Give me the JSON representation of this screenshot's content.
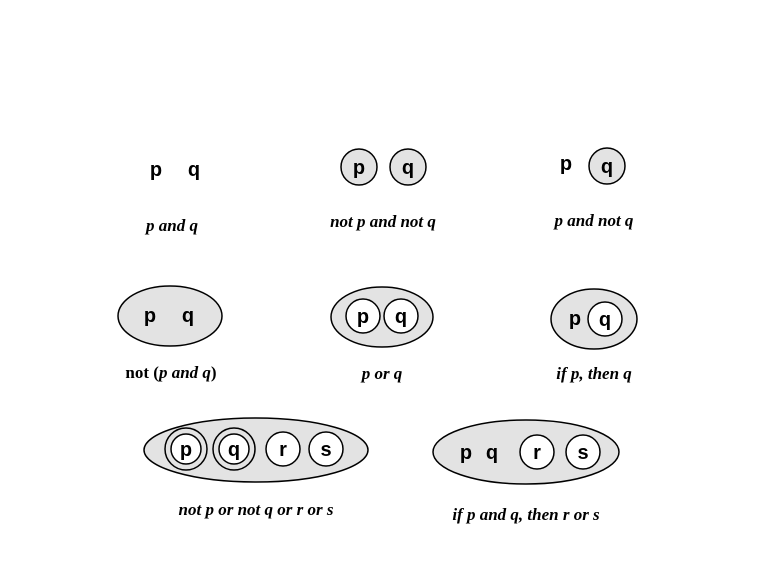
{
  "diagrams": [
    {
      "caption": "p and q",
      "vars": [
        "p",
        "q"
      ]
    },
    {
      "caption": "not p and not q",
      "vars": [
        "p",
        "q"
      ]
    },
    {
      "caption": "p and not q",
      "vars": [
        "p",
        "q"
      ]
    },
    {
      "caption_parts": [
        "not (",
        "p and q",
        ")"
      ],
      "vars": [
        "p",
        "q"
      ]
    },
    {
      "caption": "p or q",
      "vars": [
        "p",
        "q"
      ]
    },
    {
      "caption": "if p, then q",
      "vars": [
        "p",
        "q"
      ]
    },
    {
      "caption": "not p or not q or r or s",
      "vars": [
        "p",
        "q",
        "r",
        "s"
      ]
    },
    {
      "caption": "if p and q, then r or s",
      "vars": [
        "p",
        "q",
        "r",
        "s"
      ]
    }
  ],
  "colors": {
    "fill": "#e3e3e3",
    "white": "#ffffff",
    "stroke": "#000000"
  }
}
